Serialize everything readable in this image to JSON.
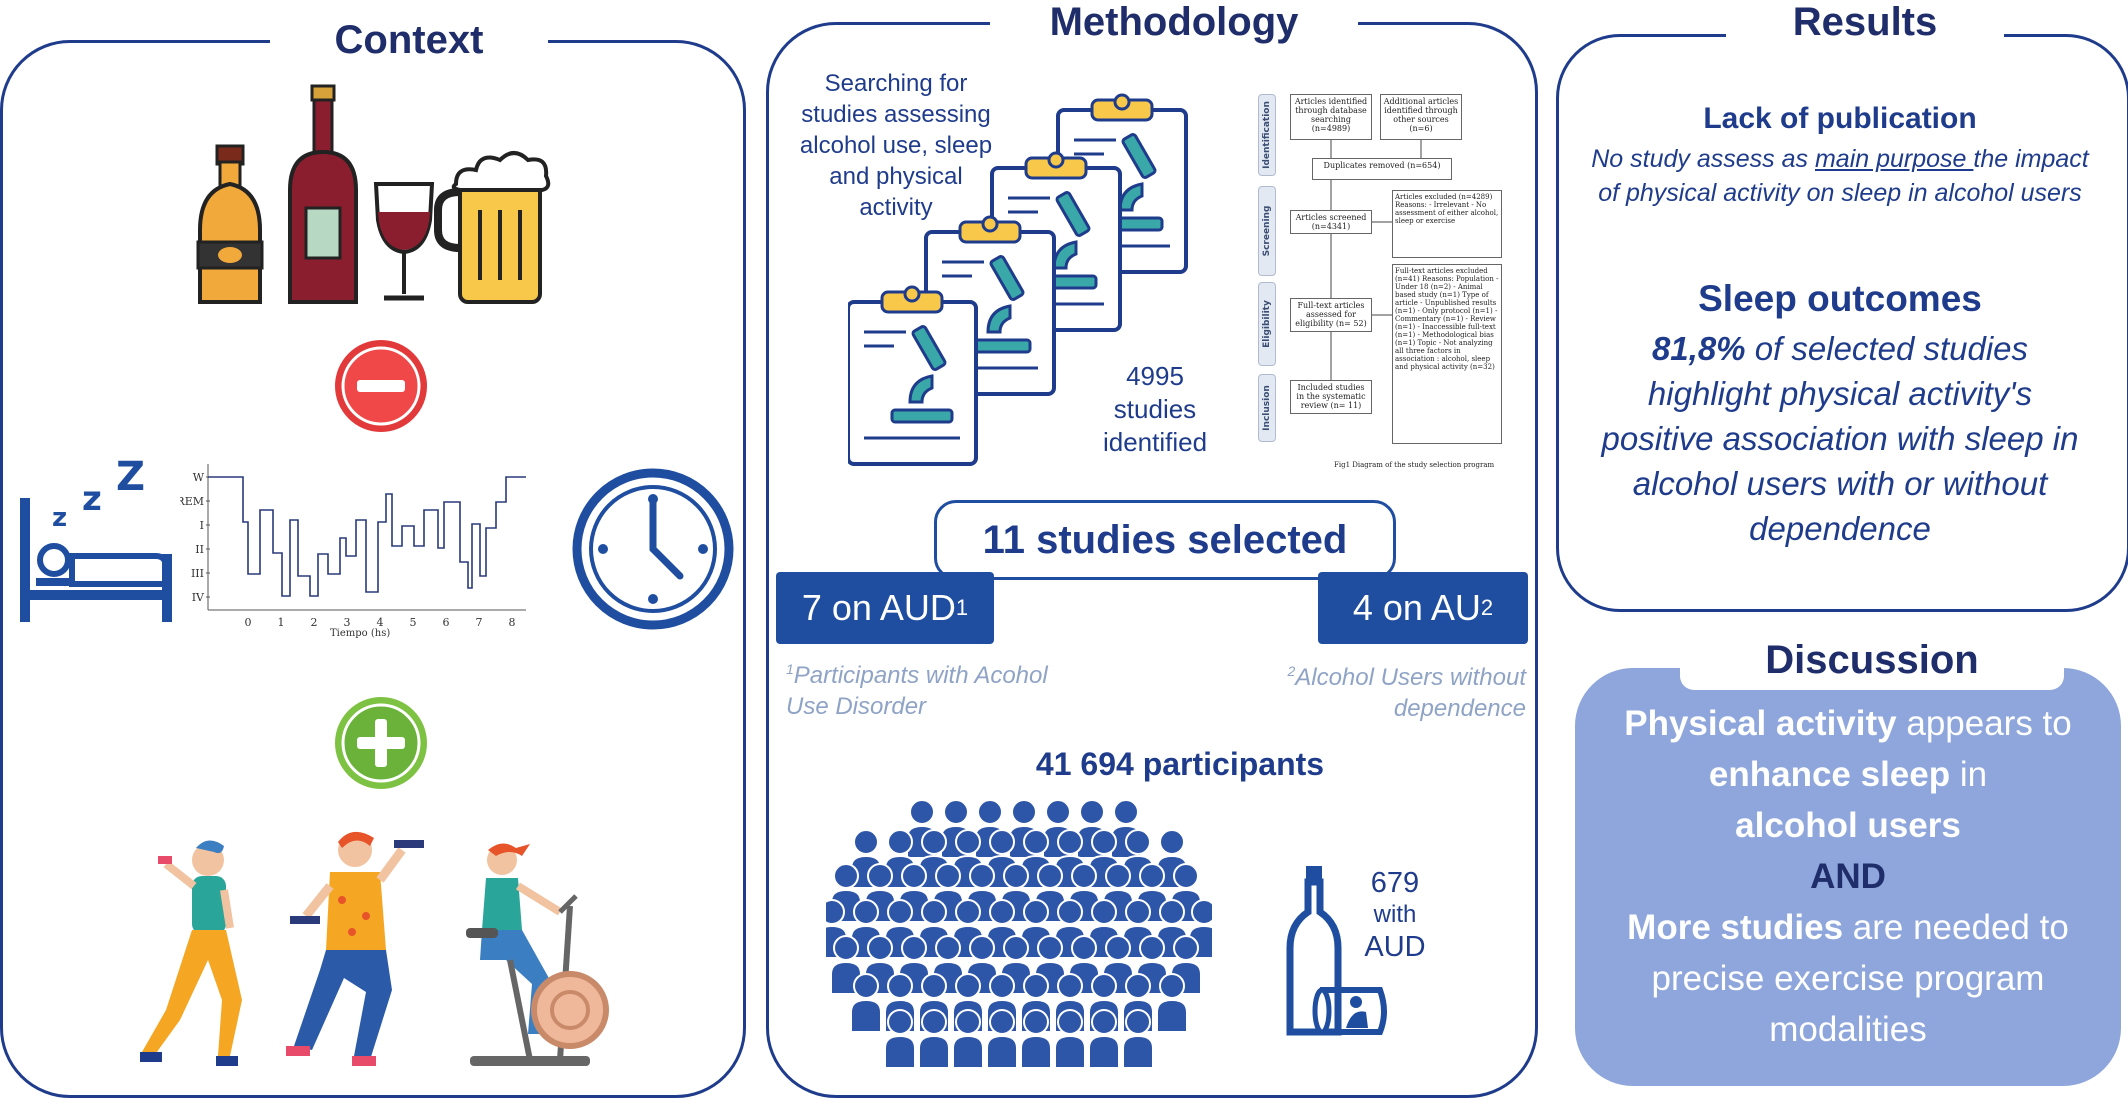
{
  "context": {
    "title": "Context"
  },
  "hypnogram": {
    "y_ticks": [
      "W",
      "REM",
      "I",
      "II",
      "III",
      "IV"
    ],
    "x_ticks": [
      "0",
      "1",
      "2",
      "3",
      "4",
      "5",
      "6",
      "7",
      "8"
    ],
    "x_label": "Tiempo (hs)"
  },
  "methodology": {
    "title": "Methodology",
    "searching_text": "Searching for studies assessing alcohol use, sleep and physical activity",
    "studies_identified": "4995 studies identified",
    "studies_selected": "11 studies selected",
    "aud_label": "7 on AUD",
    "aud_sup": "1",
    "au_label": "4 on AU",
    "au_sup": "2",
    "aud_note_sup": "1",
    "aud_note": "Participants with Acohol Use Disorder",
    "au_note_sup": "2",
    "au_note": "Alcohol Users without dependence",
    "participants": "41 694 participants",
    "aud_count": "679",
    "aud_with": "with",
    "aud_word": "AUD"
  },
  "flowchart": {
    "sides": [
      "Identification",
      "Screening",
      "Eligibility",
      "Inclusion"
    ],
    "db_box": "Articles identified through database searching (n=4989)",
    "other_box": "Additional articles identified through other sources (n=6)",
    "duplicates": "Duplicates removed (n=654)",
    "screened": "Articles screened (n=4341)",
    "excluded": "Articles excluded (n=4289) Reasons: - Irrelevant - No assessment of either alcohol, sleep or exercise",
    "fulltext": "Full-text articles assessed for eligibility (n= 52)",
    "fulltext_excluded": "Full-text articles excluded (n=41) Reasons: Population - Under 18 (n=2) - Animal based study (n=1) Type of article - Unpublished results (n=1) - Only protocol (n=1) - Commentary (n=1) - Review (n=1) - Inaccessible full-text (n=1) - Methodological bias (n=1) Topic - Not analyzing all three factors in association : alcohol, sleep and physical activity (n=32)",
    "included": "Included studies in the systematic review (n= 11)",
    "caption": "Fig1 Diagram of the study selection program"
  },
  "results": {
    "title": "Results",
    "lack_title": "Lack of publication",
    "lack_pre": "No study assess as ",
    "lack_underline": "main purpose ",
    "lack_post": "the impact of physical activity on sleep in alcohol users",
    "sleep_title": "Sleep outcomes",
    "sleep_pct": "81,8%",
    "sleep_text": " of selected studies highlight physical activity's positive association with sleep in alcohol users with or without dependence"
  },
  "discussion": {
    "title": "Discussion",
    "p1_bold": "Physical activity",
    "p1_text": " appears to ",
    "p1_bold2": "enhance sleep",
    "p1_text2": " in ",
    "p1_bold3": "alcohol users",
    "and": "AND",
    "p2_bold": "More studies",
    "p2_text": " are needed to precise exercise program modalities"
  },
  "colors": {
    "navy": "#1f3c8c",
    "blue_label": "#1f4ea0",
    "discussion_bg": "#8ea6dc",
    "minus_red": "#e23a3a",
    "plus_green": "#7dc242"
  },
  "icons": [
    "whiskey-bottle-icon",
    "wine-bottle-icon",
    "wine-glass-icon",
    "beer-mug-icon",
    "minus-icon",
    "bed-sleep-icon",
    "clock-icon",
    "plus-icon",
    "clipboard-microscope-icon",
    "crowd-icon",
    "bottle-glass-icon",
    "runner-woman-icon",
    "dumbbell-man-icon",
    "cyclist-woman-icon"
  ]
}
